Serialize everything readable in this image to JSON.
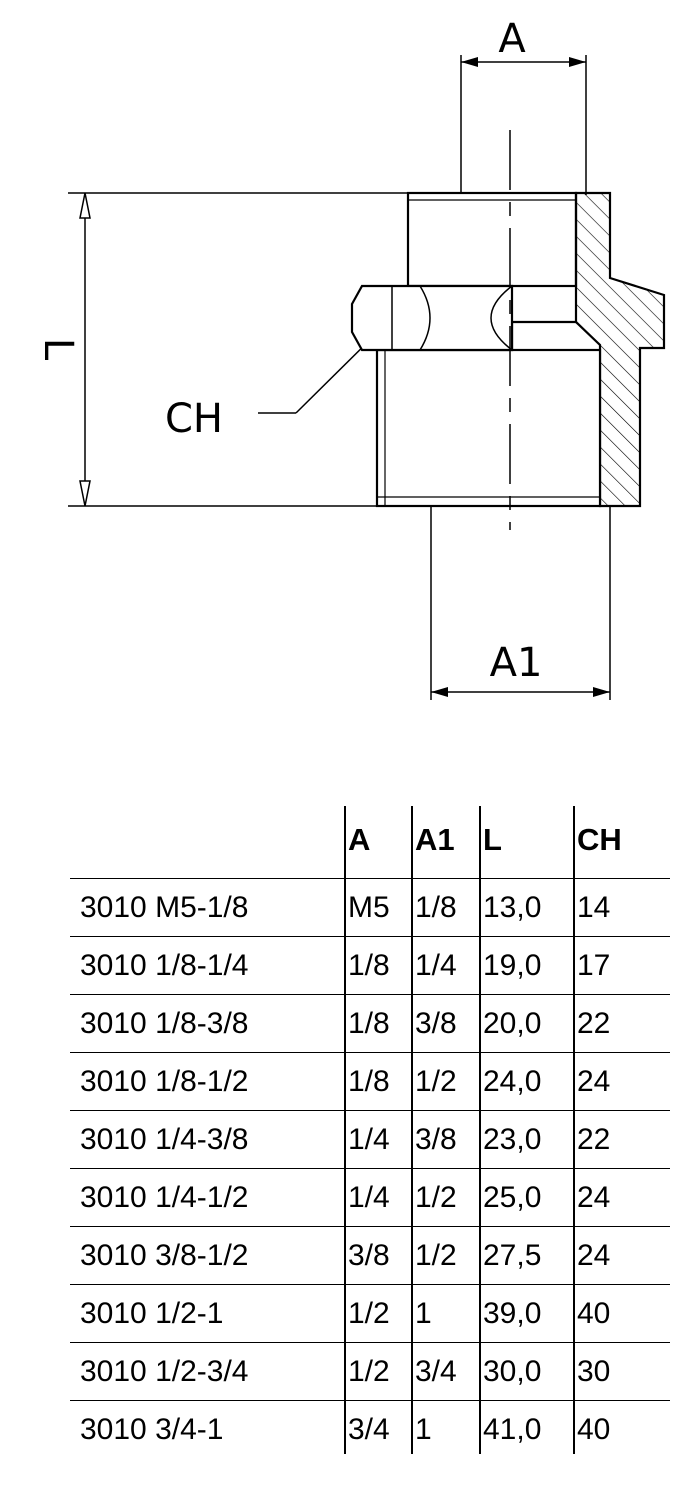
{
  "drawing": {
    "labels": {
      "a": "A",
      "a1": "A1",
      "l": "L",
      "ch": "CH"
    }
  },
  "table": {
    "headers": [
      "",
      "A",
      "A1",
      "L",
      "CH"
    ],
    "rows": [
      [
        "3010 M5-1/8",
        "M5",
        "1/8",
        "13,0",
        "14"
      ],
      [
        "3010 1/8-1/4",
        "1/8",
        "1/4",
        "19,0",
        "17"
      ],
      [
        "3010 1/8-3/8",
        "1/8",
        "3/8",
        "20,0",
        "22"
      ],
      [
        "3010 1/8-1/2",
        "1/8",
        "1/2",
        "24,0",
        "24"
      ],
      [
        "3010 1/4-3/8",
        "1/4",
        "3/8",
        "23,0",
        "22"
      ],
      [
        "3010 1/4-1/2",
        "1/4",
        "1/2",
        "25,0",
        "24"
      ],
      [
        "3010 3/8-1/2",
        "3/8",
        "1/2",
        "27,5",
        "24"
      ],
      [
        "3010 1/2-1",
        "1/2",
        "1",
        "39,0",
        "40"
      ],
      [
        "3010 1/2-3/4",
        "1/2",
        "3/4",
        "30,0",
        "30"
      ],
      [
        "3010 3/4-1",
        "3/4",
        "1",
        "41,0",
        "40"
      ]
    ]
  }
}
